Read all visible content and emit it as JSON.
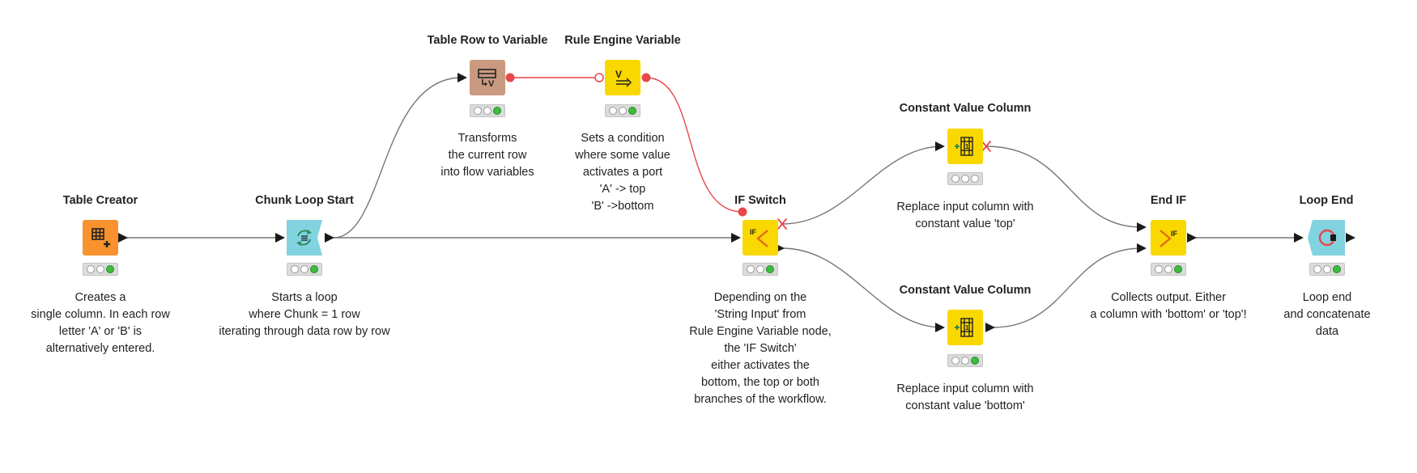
{
  "colors": {
    "source": "#f7922e",
    "loop": "#82d3e0",
    "variable": "#c99a80",
    "manipulator": "#f9d800",
    "connection": "#777777",
    "variable_connection": "#e8474a",
    "status_ok": "#3dbd3d"
  },
  "nodes": [
    {
      "id": "table-creator",
      "title": "Table Creator",
      "icon": "table-plus-icon",
      "color": "#f7922e",
      "description": [
        "Creates a",
        "single column. In each row",
        "letter 'A' or 'B' is",
        "alternatively entered."
      ]
    },
    {
      "id": "chunk-loop-start",
      "title": "Chunk Loop Start",
      "icon": "loop-arrows-icon",
      "color": "#82d3e0",
      "description": [
        "Starts a loop",
        "where Chunk = 1 row",
        "iterating through data row by row"
      ]
    },
    {
      "id": "table-row-to-variable",
      "title": "Table Row to Variable",
      "icon": "row-to-variable-icon",
      "color": "#c99a80",
      "description": [
        "Transforms",
        "the current row",
        "into flow variables"
      ]
    },
    {
      "id": "rule-engine-variable",
      "title": "Rule Engine Variable",
      "icon": "rule-variable-icon",
      "color": "#f9d800",
      "description": [
        "Sets a condition",
        "where some value",
        "activates a port",
        "'A' -> top",
        "'B' ->bottom"
      ]
    },
    {
      "id": "if-switch",
      "title": "IF Switch",
      "icon": "if-switch-icon",
      "color": "#f9d800",
      "description": [
        "Depending on the",
        "'String Input' from",
        "Rule Engine Variable node,",
        "the 'IF Switch'",
        "either activates the",
        "bottom, the top or both",
        "branches of the workflow."
      ]
    },
    {
      "id": "constant-value-top",
      "title": "Constant Value Column",
      "icon": "constant-column-icon",
      "color": "#f9d800",
      "description": [
        "Replace input column with",
        "constant value 'top'"
      ]
    },
    {
      "id": "constant-value-bottom",
      "title": "Constant Value Column",
      "icon": "constant-column-icon",
      "color": "#f9d800",
      "description": [
        "Replace input column with",
        "constant value 'bottom'"
      ]
    },
    {
      "id": "end-if",
      "title": "End IF",
      "icon": "end-if-icon",
      "color": "#f9d800",
      "description": [
        "Collects output. Either",
        "a column with 'bottom' or 'top'!"
      ]
    },
    {
      "id": "loop-end",
      "title": "Loop End",
      "icon": "loop-end-icon",
      "color": "#82d3e0",
      "description": [
        "Loop end",
        "and concatenate",
        "data"
      ]
    }
  ]
}
